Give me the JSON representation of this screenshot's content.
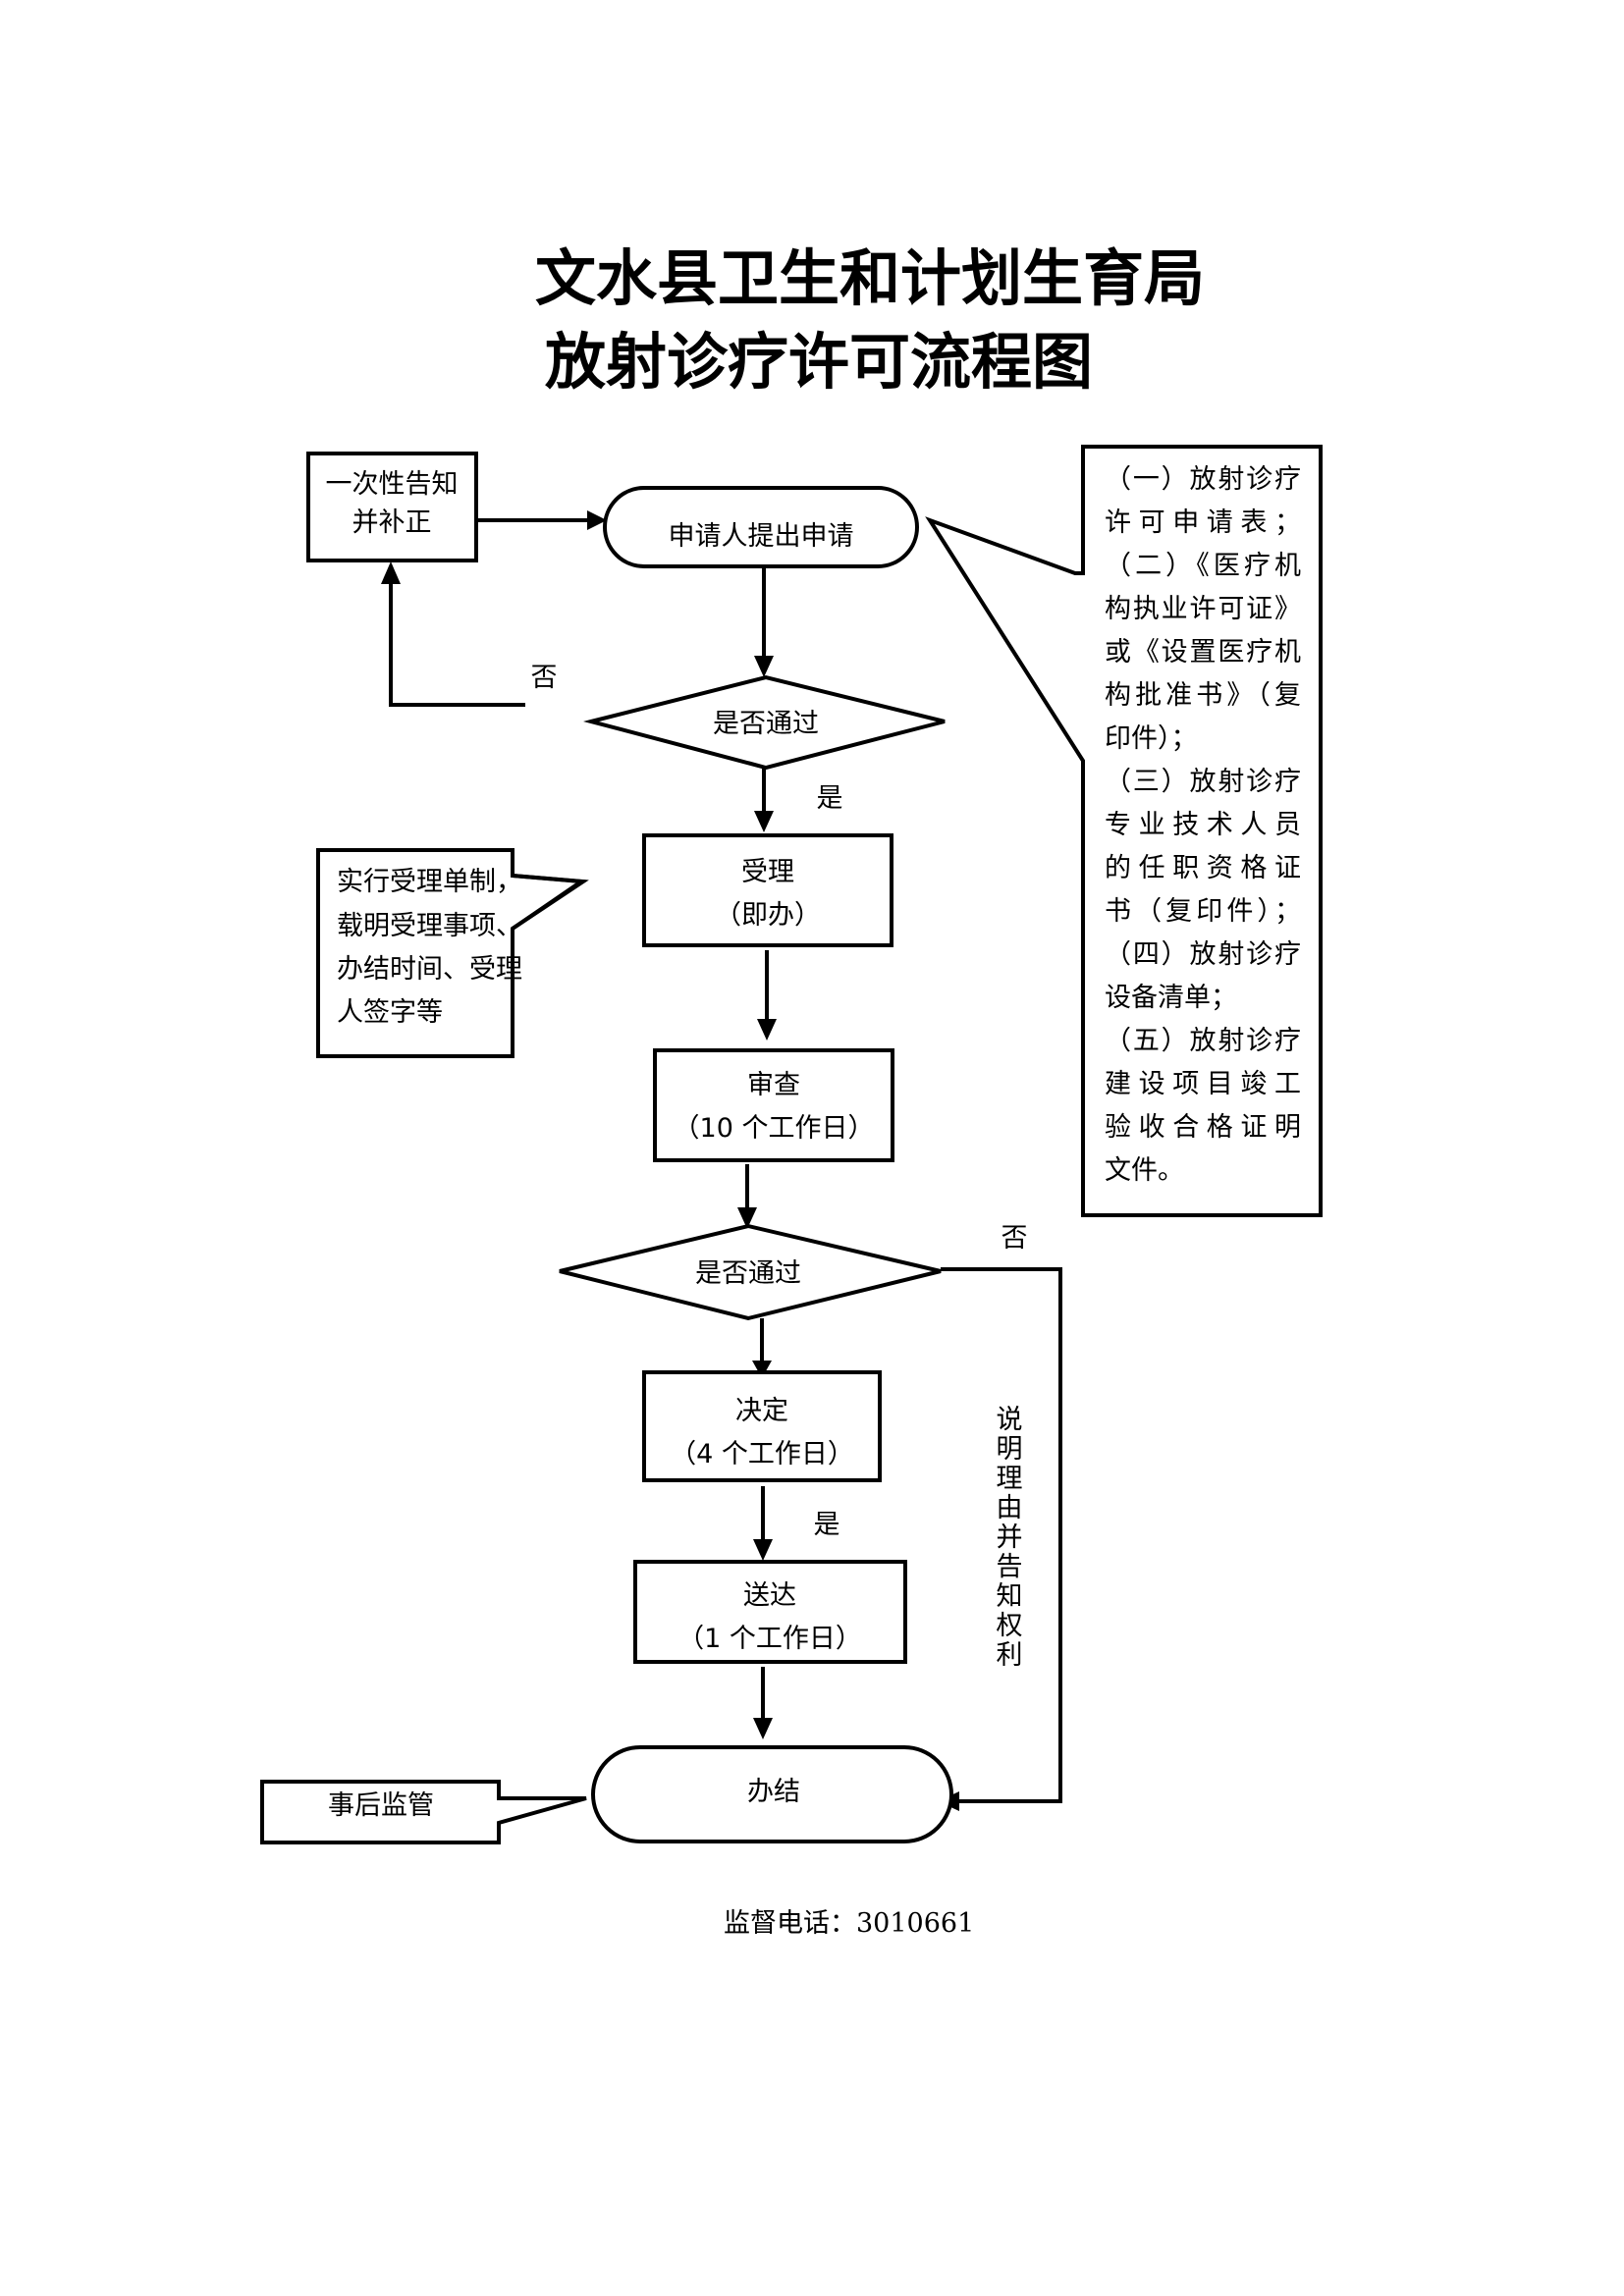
{
  "title": {
    "line1": "文水县卫生和计划生育局",
    "line2": "放射诊疗许可流程图"
  },
  "nodes": {
    "notify": {
      "lines": [
        "一次性告知",
        "并补正"
      ]
    },
    "apply": {
      "label": "申请人提出申请"
    },
    "decision1": {
      "label": "是否通过"
    },
    "accept": {
      "lines": [
        "受理",
        "（即办）"
      ]
    },
    "review": {
      "lines": [
        "审查",
        "（10 个工作日）"
      ]
    },
    "decision2": {
      "label": "是否通过"
    },
    "decide": {
      "lines": [
        "决定",
        "（4 个工作日）"
      ]
    },
    "deliver": {
      "lines": [
        "送达",
        "（1 个工作日）"
      ]
    },
    "finish": {
      "label": "办结"
    }
  },
  "edge_labels": {
    "no1": "否",
    "yes1": "是",
    "no2": "否",
    "yes2": "是",
    "explain": "说明理由并告知权利"
  },
  "callouts": {
    "materials": {
      "lines": [
        "（一）放射诊疗",
        "许可申请表；",
        "（二）《医疗机",
        "构执业许可证》",
        "或《设置医疗机",
        "构批准书》（复",
        "印件）；",
        "（三）放射诊疗",
        "专业技术人员",
        "的任职资格证",
        "书（复印件）；",
        "（四）放射诊疗",
        "设备清单；",
        "（五）放射诊疗",
        "建设项目竣工",
        "验收合格证明",
        "文件。"
      ]
    },
    "acceptance_note": {
      "lines": [
        "实行受理单制，",
        "载明受理事项、",
        "办结时间、受理",
        "人签字等"
      ]
    },
    "supervision": {
      "label": "事后监管"
    }
  },
  "footer": {
    "hotline": "监督电话：3010661"
  }
}
